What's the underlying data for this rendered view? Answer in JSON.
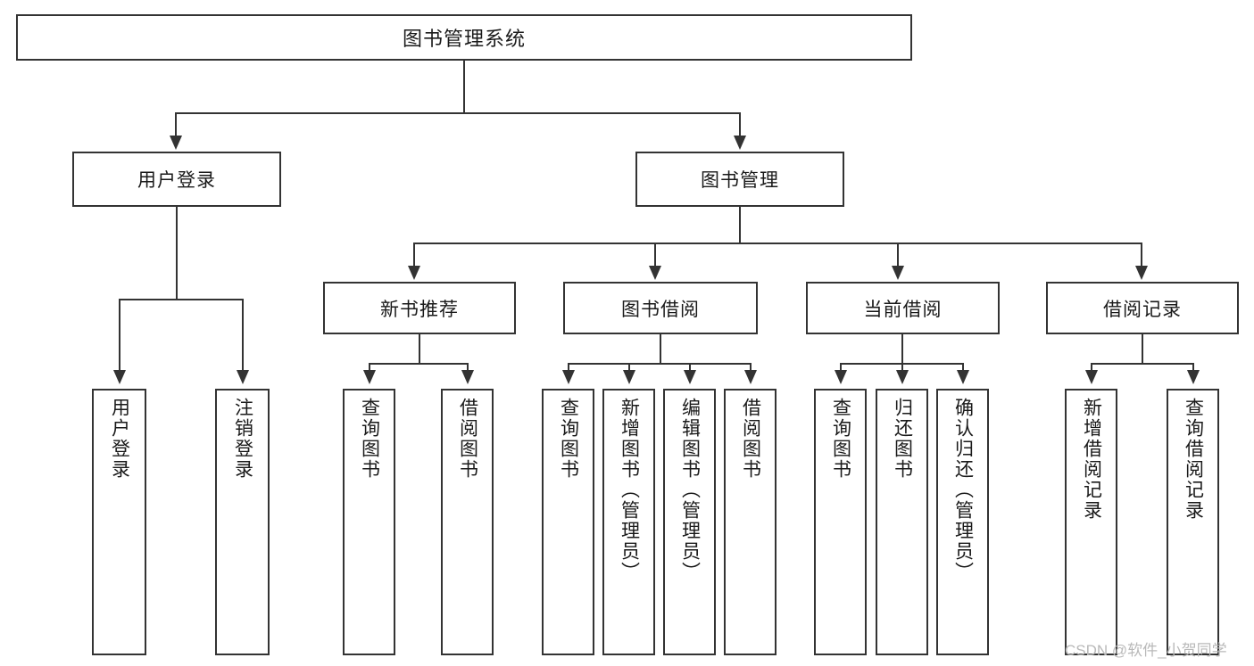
{
  "diagram": {
    "title": "图书管理系统",
    "type": "tree",
    "line_color": "#333333",
    "box_fill": "#ffffff",
    "text_color": "#1a1a1a"
  },
  "root": {
    "label": "图书管理系统"
  },
  "level2": [
    {
      "id": "user-login",
      "label": "用户登录"
    },
    {
      "id": "book-manage",
      "label": "图书管理"
    }
  ],
  "level3": [
    {
      "id": "new-book-recommend",
      "label": "新书推荐"
    },
    {
      "id": "book-borrow",
      "label": "图书借阅"
    },
    {
      "id": "current-borrow",
      "label": "当前借阅"
    },
    {
      "id": "borrow-record",
      "label": "借阅记录"
    }
  ],
  "leaves": {
    "user_login": [
      {
        "id": "leaf-user-login",
        "label": "用户登录"
      },
      {
        "id": "leaf-logout",
        "label": "注销登录"
      }
    ],
    "new_book_recommend": [
      {
        "id": "leaf-query-book-1",
        "label": "查询图书"
      },
      {
        "id": "leaf-borrow-book-1",
        "label": "借阅图书"
      }
    ],
    "book_borrow": [
      {
        "id": "leaf-query-book-2",
        "label": "查询图书"
      },
      {
        "id": "leaf-add-book",
        "label": "新增图书（管理员）"
      },
      {
        "id": "leaf-edit-book",
        "label": "编辑图书（管理员）"
      },
      {
        "id": "leaf-borrow-book-2",
        "label": "借阅图书"
      }
    ],
    "current_borrow": [
      {
        "id": "leaf-query-book-3",
        "label": "查询图书"
      },
      {
        "id": "leaf-return-book",
        "label": "归还图书"
      },
      {
        "id": "leaf-confirm-return",
        "label": "确认归还（管理员）"
      }
    ],
    "borrow_record": [
      {
        "id": "leaf-add-record",
        "label": "新增借阅记录"
      },
      {
        "id": "leaf-query-record",
        "label": "查询借阅记录"
      }
    ]
  },
  "watermark": {
    "text": "CSDN @软件_小贺同学"
  }
}
